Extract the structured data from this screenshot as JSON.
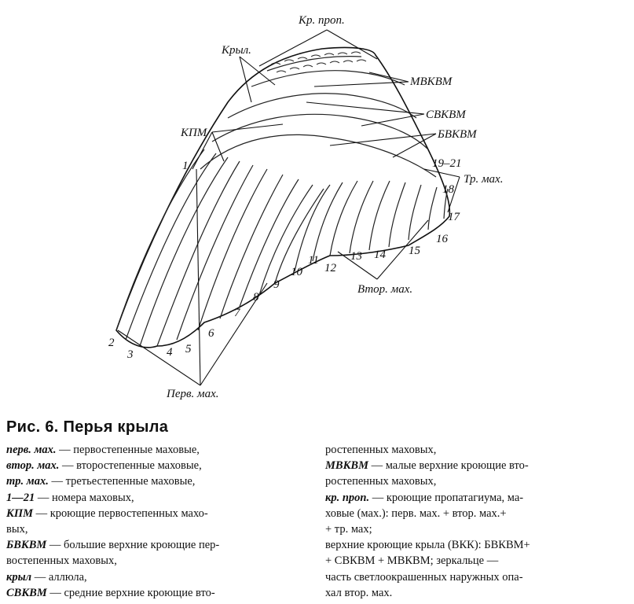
{
  "figure": {
    "labels": {
      "kr_prop": "Кр. проп.",
      "kryl": "Крыл.",
      "mbkbm": "МВКВМ",
      "cbkbm": "СВКВМ",
      "bbkbm": "БВКВМ",
      "kpm": "КПМ",
      "tr_max": "Тр. мах.",
      "vtor_max": "Втор. мах.",
      "perv_max": "Перв. мах.",
      "range_19_21": "19–21"
    },
    "numbers": [
      "1",
      "2",
      "3",
      "4",
      "5",
      "6",
      "7",
      "8",
      "9",
      "10",
      "11",
      "12",
      "13",
      "14",
      "15",
      "16",
      "17",
      "18"
    ]
  },
  "caption": {
    "figure_no": "Рис. 6.",
    "title": "Перья крыла"
  },
  "legend_left": [
    {
      "abbr": "перв. мах.",
      "text": "— первостепенные маховые,"
    },
    {
      "abbr": "втор. мах.",
      "text": "— второстепенные маховые,"
    },
    {
      "abbr": "тр. мах.",
      "text": "— третьестепенные маховые,"
    },
    {
      "abbr": "1—21",
      "text": "— номера маховых,"
    },
    {
      "abbr": "КПМ",
      "text": "— кроющие первостепенных махо-"
    },
    {
      "abbr": "",
      "text": "вых,"
    },
    {
      "abbr": "БВКВМ",
      "text": "— большие верхние кроющие пер-"
    },
    {
      "abbr": "",
      "text": "востепенных маховых,"
    },
    {
      "abbr": "крыл",
      "text": "— аллюла,"
    },
    {
      "abbr": "СВКВМ",
      "text": "— средние верхние кроющие вто-"
    }
  ],
  "legend_right": [
    {
      "abbr": "",
      "text": "ростепенных маховых,"
    },
    {
      "abbr": "МВКВМ",
      "text": "— малые верхние кроющие вто-"
    },
    {
      "abbr": "",
      "text": "ростепенных маховых,"
    },
    {
      "abbr": "кр. проп.",
      "text": "— кроющие пропатагиума, ма-"
    },
    {
      "abbr": "",
      "text": "ховые (мах.): перв. мах. + втор. мах.+"
    },
    {
      "abbr": "",
      "text": "+ тр. мах;"
    },
    {
      "abbr": "",
      "text": "верхние кроющие крыла (ВКК): БВКВМ+"
    },
    {
      "abbr": "",
      "text": "+ СВКВМ + МВКВМ; зеркальце —"
    },
    {
      "abbr": "",
      "text": "часть светлоокрашенных наружных опа-"
    },
    {
      "abbr": "",
      "text": "хал втор. мах."
    }
  ]
}
